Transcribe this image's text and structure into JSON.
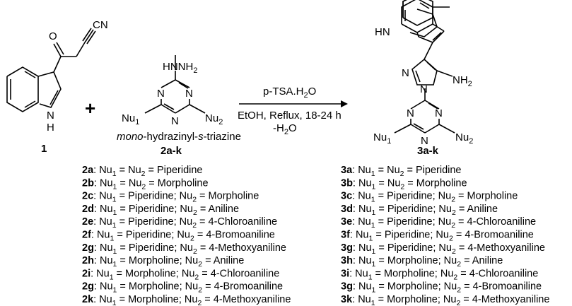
{
  "colors": {
    "black": "#000000",
    "magenta": "#a0208c",
    "blue": "#1a24c8",
    "green": "#1a8a3c"
  },
  "compound1": {
    "cn": "CN",
    "o": "O",
    "nh": "N",
    "h": "H",
    "label": "1"
  },
  "plus": "+",
  "triazine_reagent": {
    "hydrazinyl": "HN",
    "nh2": "NH",
    "nh2_sub": "2",
    "ring_n": "N",
    "nu1": "Nu",
    "nu1_sub": "1",
    "nu2": "Nu",
    "nu2_sub": "2",
    "name_italic1": "mono",
    "name_mid": "-hydrazinyl-",
    "name_italic2": "s",
    "name_end": "-triazine",
    "label": "2a-k"
  },
  "conditions": {
    "line1": "p-TSA.H",
    "line1_sub": "2",
    "line1_end": "O",
    "line2": "EtOH, Reflux, 18-24 h",
    "line3": "-H",
    "line3_sub": "2",
    "line3_end": "O"
  },
  "product": {
    "hn": "HN",
    "n": "N",
    "nh2": "NH",
    "nh2_sub": "2",
    "nu1": "Nu",
    "nu1_sub": "1",
    "nu2": "Nu",
    "nu2_sub": "2",
    "label": "3a-k"
  },
  "list2": [
    {
      "id": "2a",
      "text": ": Nu",
      "s1": "1",
      "mid": " = Nu",
      "s2": "2",
      "end": " = Piperidine"
    },
    {
      "id": "2b",
      "text": ": Nu",
      "s1": "1",
      "mid": " = Nu",
      "s2": "2",
      "end": " = Morpholine"
    },
    {
      "id": "2c",
      "text": ": Nu",
      "s1": "1",
      "mid": " = Piperidine; Nu",
      "s2": "2",
      "end": " = Morpholine"
    },
    {
      "id": "2d",
      "text": ": Nu",
      "s1": "1",
      "mid": " = Piperidine; Nu",
      "s2": "2",
      "end": " = Aniline"
    },
    {
      "id": "2e",
      "text": ": Nu",
      "s1": "1",
      "mid": " = Piperidine; Nu",
      "s2": "2",
      "end": " = 4-Chloroaniline"
    },
    {
      "id": "2f",
      "text": ": Nu",
      "s1": "1",
      "mid": " = Piperidine; Nu",
      "s2": "2",
      "end": " = 4-Bromoaniline"
    },
    {
      "id": "2g",
      "text": ": Nu",
      "s1": "1",
      "mid": " = Piperidine; Nu",
      "s2": "2",
      "end": " = 4-Methoxyaniline"
    },
    {
      "id": "2h",
      "text": ": Nu",
      "s1": "1",
      "mid": " = Morpholine; Nu",
      "s2": "2",
      "end": " = Aniline"
    },
    {
      "id": "2i",
      "text": ": Nu",
      "s1": "1",
      "mid": " = Morpholine; Nu",
      "s2": "2",
      "end": " = 4-Chloroaniline"
    },
    {
      "id": "2g",
      "text": ": Nu",
      "s1": "1",
      "mid": " = Morpholine; Nu",
      "s2": "2",
      "end": " = 4-Bromoaniline"
    },
    {
      "id": "2k",
      "text": ": Nu",
      "s1": "1",
      "mid": " = Morpholine; Nu",
      "s2": "2",
      "end": " = 4-Methoxyaniline"
    }
  ],
  "list3": [
    {
      "id": "3a",
      "text": ": Nu",
      "s1": "1",
      "mid": " = Nu",
      "s2": "2",
      "end": " = Piperidine"
    },
    {
      "id": "3b",
      "text": ": Nu",
      "s1": "1",
      "mid": " = Nu",
      "s2": "2",
      "end": " = Morpholine"
    },
    {
      "id": "3c",
      "text": ": Nu",
      "s1": "1",
      "mid": " = Piperidine; Nu",
      "s2": "2",
      "end": " = Morpholine"
    },
    {
      "id": "3d",
      "text": ": Nu",
      "s1": "1",
      "mid": " = Piperidine; Nu",
      "s2": "2",
      "end": " = Aniline"
    },
    {
      "id": "3e",
      "text": ": Nu",
      "s1": "1",
      "mid": " = Piperidine; Nu",
      "s2": "2",
      "end": " = 4-Chloroaniline"
    },
    {
      "id": "3f",
      "text": ": Nu",
      "s1": "1",
      "mid": " = Piperidine; Nu",
      "s2": "2",
      "end": " = 4-Bromoaniline"
    },
    {
      "id": "3g",
      "text": ": Nu",
      "s1": "1",
      "mid": " = Piperidine; Nu",
      "s2": "2",
      "end": " = 4-Methoxyaniline"
    },
    {
      "id": "3h",
      "text": ": Nu",
      "s1": "1",
      "mid": " = Morpholine; Nu",
      "s2": "2",
      "end": " = Aniline"
    },
    {
      "id": "3i",
      "text": ": Nu",
      "s1": "1",
      "mid": " = Morpholine; Nu",
      "s2": "2",
      "end": " = 4-Chloroaniline"
    },
    {
      "id": "3g",
      "text": ": Nu",
      "s1": "1",
      "mid": " = Morpholine; Nu",
      "s2": "2",
      "end": " = 4-Bromoaniline"
    },
    {
      "id": "3k",
      "text": ": Nu",
      "s1": "1",
      "mid": " = Morpholine; Nu",
      "s2": "2",
      "end": " = 4-Methoxyaniline"
    }
  ]
}
